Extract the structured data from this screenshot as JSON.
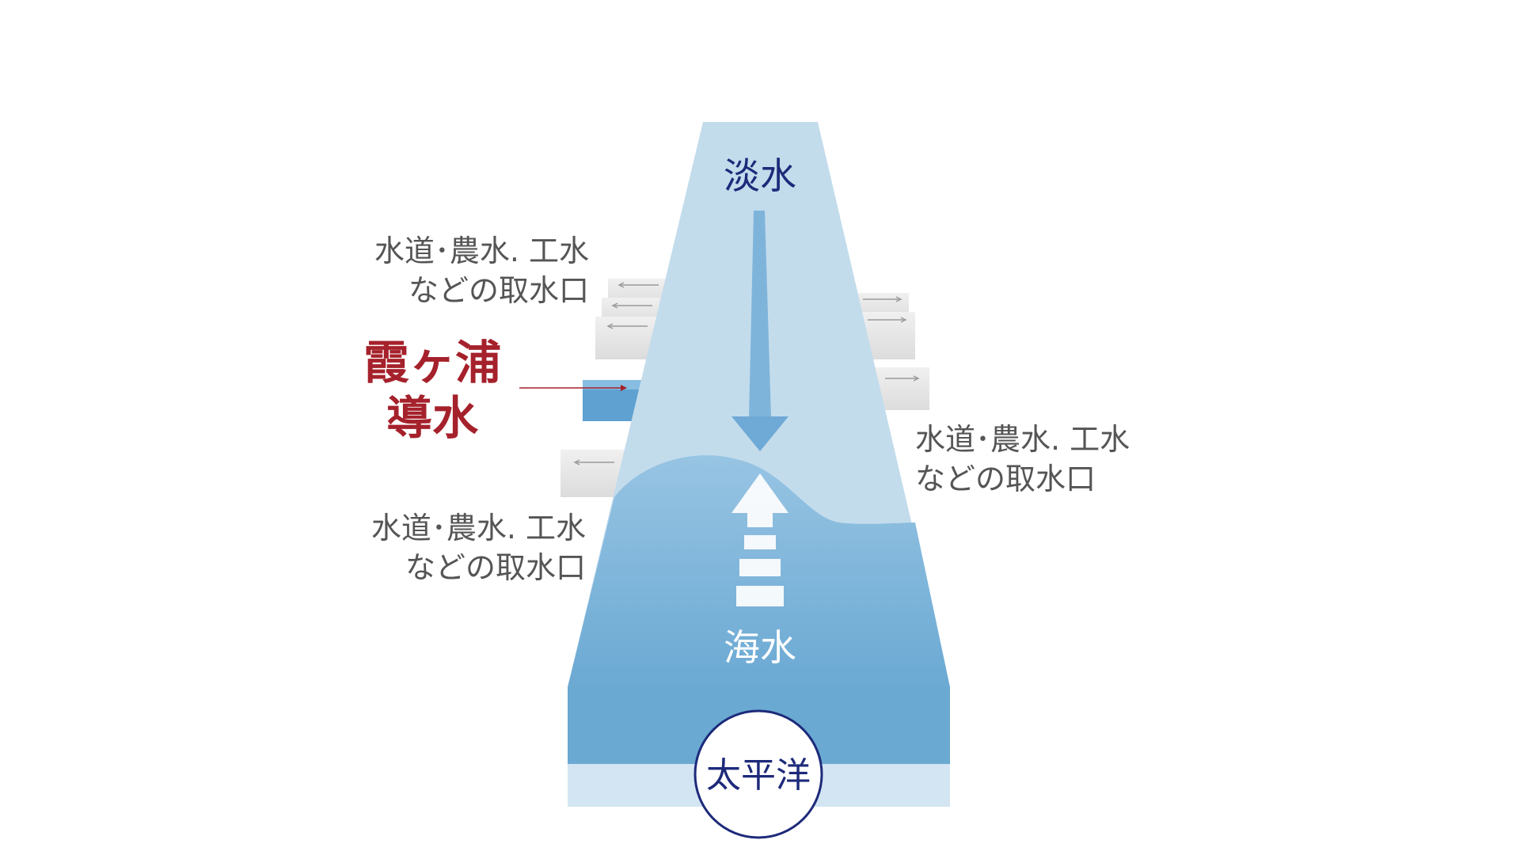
{
  "labels": {
    "freshwater": "淡水",
    "seawater": "海水",
    "pacific": "太平洋",
    "kasumigaura_line1": "霞ヶ浦",
    "kasumigaura_line2": "導水",
    "intake_upper_left_line1": "水道･農水. 工水",
    "intake_upper_left_line2": "などの取水口",
    "intake_right_line1": "水道･農水. 工水",
    "intake_right_line2": "などの取水口",
    "intake_lower_left_line1": "水道･農水. 工水",
    "intake_lower_left_line2": "などの取水口"
  },
  "colors": {
    "freshwater": "#c3dcec",
    "seawater_light": "#8dbde0",
    "seawater_dark": "#68a8d1",
    "front_face": "#6aa9d2",
    "bottom_band": "#d3e5f2",
    "arrow_down": "#6fa9d5",
    "navy_text": "#1d2a7a",
    "red_text": "#a5212b",
    "gray_text": "#555555",
    "intake_block": "#e9e9e9",
    "kasumigaura_block": "#5fa1d0"
  }
}
